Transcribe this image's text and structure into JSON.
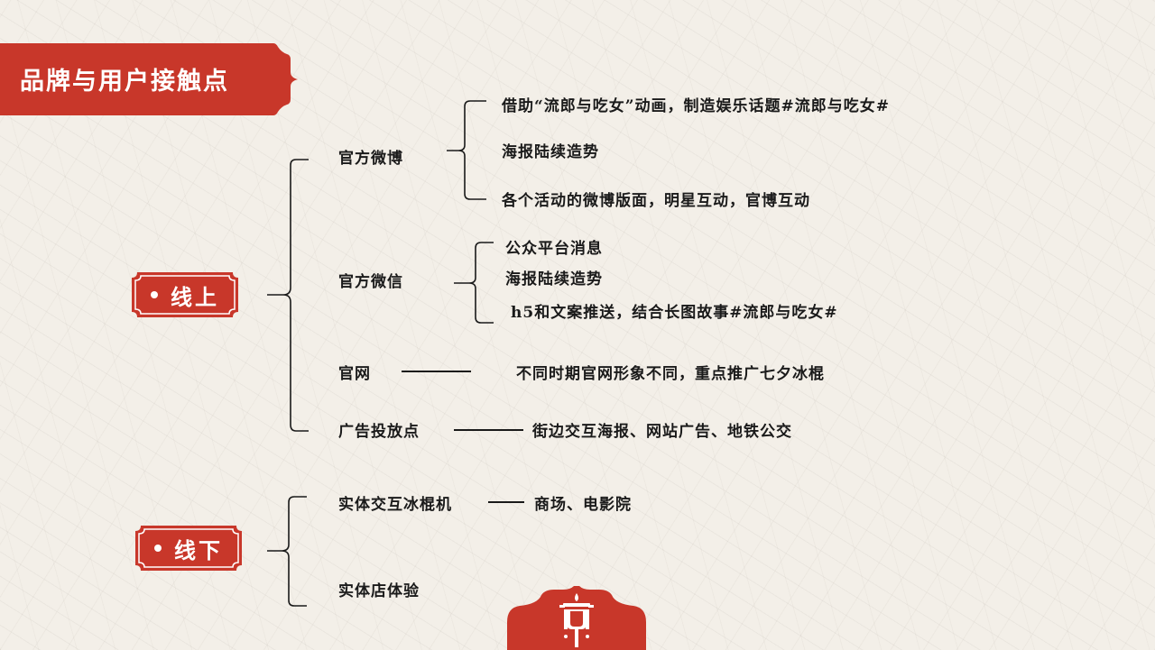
{
  "title": "品牌与用户接触点",
  "colors": {
    "accent": "#c8372a",
    "background": "#f3efe8",
    "text": "#1a1a1a"
  },
  "online": {
    "badge": "线上",
    "channels": [
      {
        "label": "官方微博",
        "items": [
          "借助“流郎与吃女”动画，制造娱乐话题#流郎与吃女#",
          "海报陆续造势",
          "各个活动的微博版面，明星互动，官博互动"
        ]
      },
      {
        "label": "官方微信",
        "items": [
          "公众平台消息",
          "海报陆续造势",
          "h5和文案推送，结合长图故事#流郎与吃女#"
        ]
      },
      {
        "label": "官网",
        "detail": "不同时期官网形象不同，重点推广七夕冰棍"
      },
      {
        "label": "广告投放点",
        "detail": "街边交互海报、网站广告、地铁公交"
      }
    ]
  },
  "offline": {
    "badge": "线下",
    "channels": [
      {
        "label": "实体交互冰棍机",
        "detail": "商场、电影院"
      },
      {
        "label": "实体店体验"
      }
    ]
  },
  "footer": {
    "icon": "lantern-logo-icon"
  }
}
